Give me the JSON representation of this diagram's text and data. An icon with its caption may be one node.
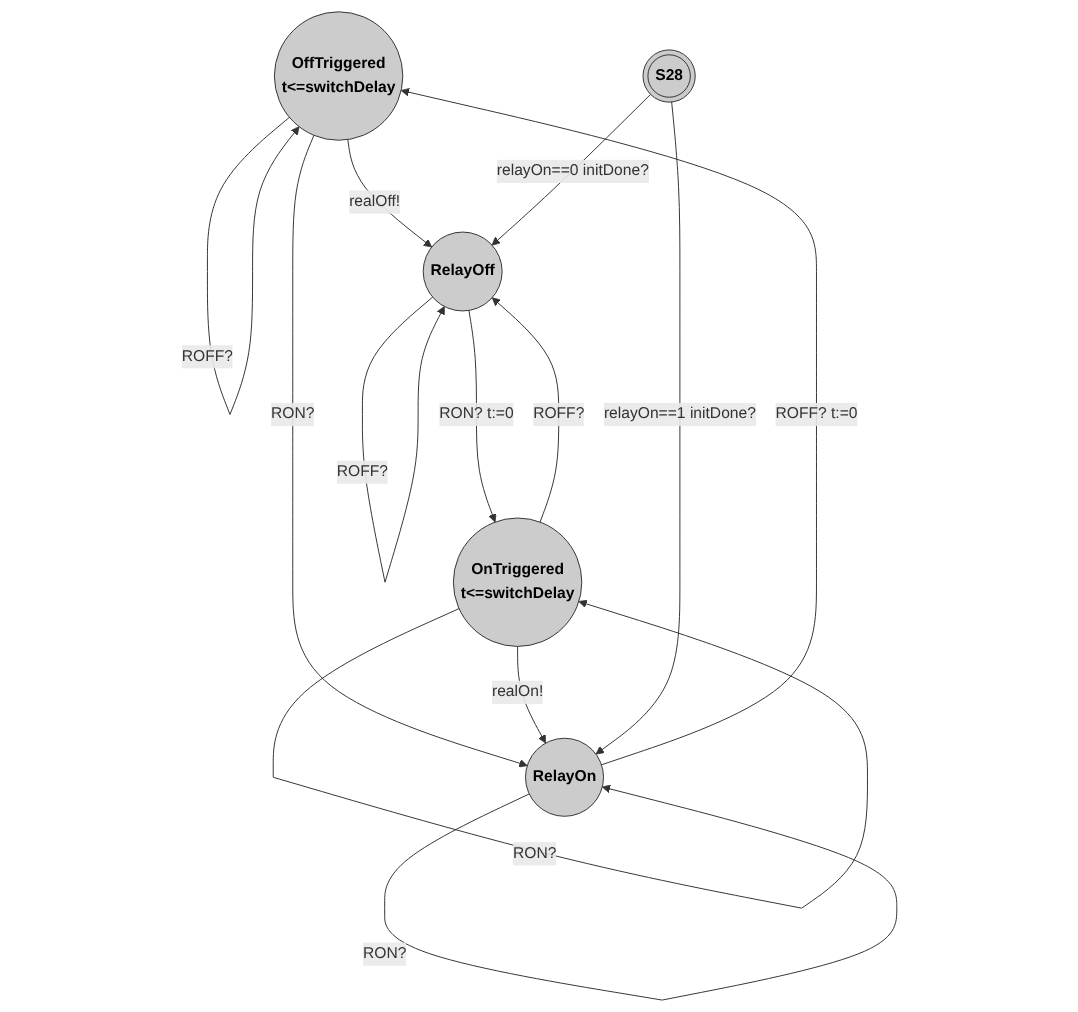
{
  "diagram": {
    "nodes": [
      {
        "text": [
          "OffTriggered",
          "t<=switchDelay"
        ]
      },
      {
        "text": [
          "RelayOn"
        ]
      },
      {
        "text": [
          "RelayOff"
        ]
      },
      {
        "text": [
          "OnTriggered",
          "t<=switchDelay"
        ]
      },
      {
        "text": [
          "S28"
        ]
      }
    ],
    "edges": [
      {
        "from": 1,
        "to": 1,
        "arrow": "to",
        "label": "RON?"
      },
      {
        "from": 1,
        "to": 0,
        "arrow": "to",
        "label": "ROFF? t:=0"
      },
      {
        "from": 0,
        "to": 0,
        "arrow": "to",
        "label": "ROFF?"
      },
      {
        "from": 0,
        "to": 2,
        "arrow": "to",
        "label": "realOff!"
      },
      {
        "from": 0,
        "to": 1,
        "arrow": "to",
        "label": "RON?"
      },
      {
        "from": 2,
        "to": 2,
        "arrow": "to",
        "label": "ROFF?"
      },
      {
        "from": 2,
        "to": 3,
        "arrow": "to",
        "label": "RON? t:=0"
      },
      {
        "from": 3,
        "to": 2,
        "arrow": "to",
        "label": "ROFF?"
      },
      {
        "from": 3,
        "to": 1,
        "arrow": "to",
        "label": "realOn!"
      },
      {
        "from": 3,
        "to": 3,
        "arrow": "to",
        "label": "RON?"
      },
      {
        "from": 4,
        "to": 1,
        "arrow": "to",
        "label": "relayOn==1 initDone?"
      },
      {
        "from": 4,
        "to": 2,
        "arrow": "to",
        "label": "relayOn==0 initDone?"
      }
    ]
  }
}
